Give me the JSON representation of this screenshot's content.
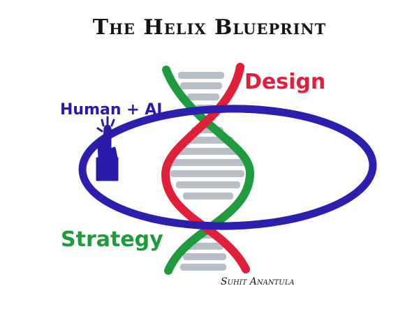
{
  "title": "The Helix Blueprint",
  "labels": {
    "design": "Design",
    "human_ai": "Human + AI",
    "strategy": "Strategy"
  },
  "signature": "Suhit Anantula",
  "colors": {
    "title": "#141414",
    "design": "#e0203a",
    "human_ai": "#2a1aa8",
    "strategy": "#1f9a3c",
    "loop": "#2c1fae",
    "rungs": "#b8bec6",
    "signature": "#151515"
  },
  "icons": {
    "hand": "raised-index-finger-icon"
  }
}
